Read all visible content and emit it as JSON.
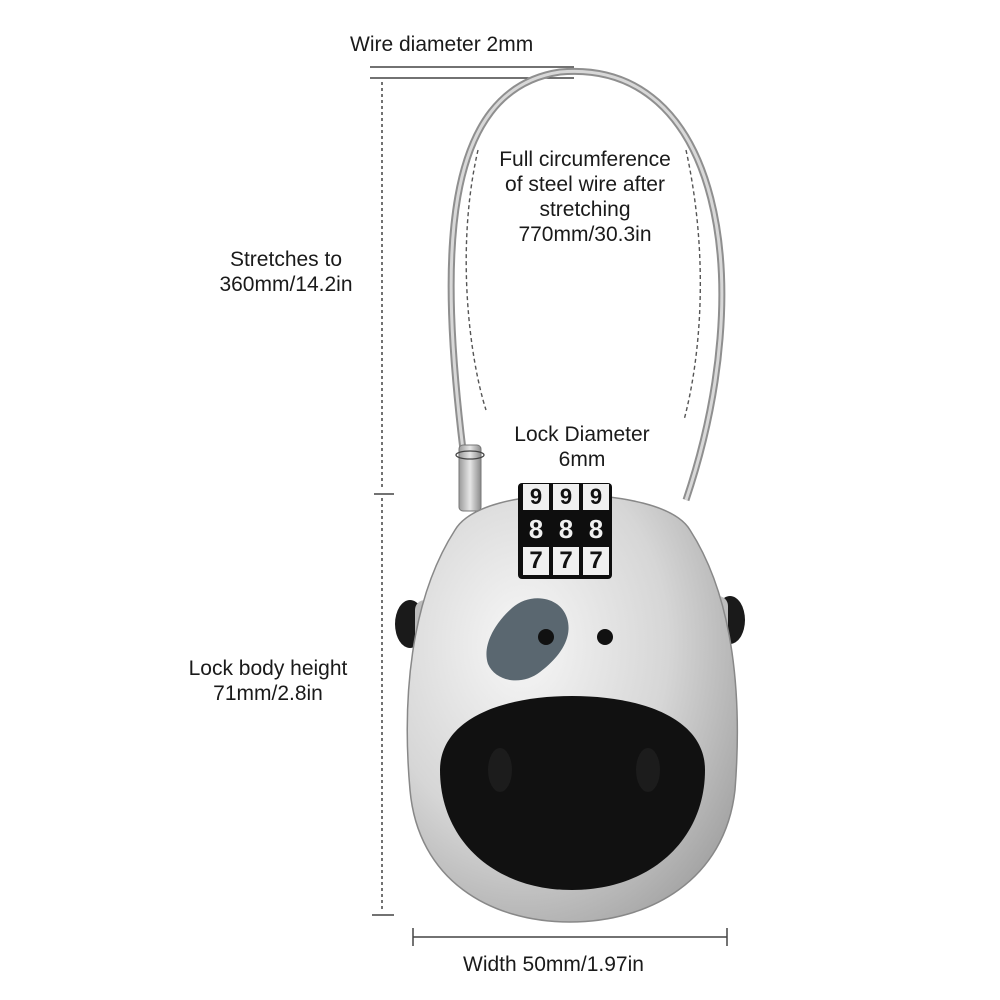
{
  "labels": {
    "wire_diameter": "Wire diameter 2mm",
    "circumference": [
      "Full circumference",
      "of steel wire after",
      "stretching",
      "770mm/30.3in"
    ],
    "stretches": [
      "Stretches to",
      "360mm/14.2in"
    ],
    "lock_diameter": [
      "Lock Diameter",
      "6mm"
    ],
    "body_height": [
      "Lock body height",
      "71mm/2.8in"
    ],
    "width": "Width 50mm/1.97in"
  },
  "dials": {
    "top": [
      "9",
      "9",
      "9"
    ],
    "middle": [
      "8",
      "8",
      "8"
    ],
    "bottom": [
      "7",
      "7",
      "7"
    ]
  },
  "colors": {
    "lock_body": "#d9d9d9",
    "mouth": "#111111",
    "spot": "#5a6770",
    "cable": "#9a9a9a"
  }
}
